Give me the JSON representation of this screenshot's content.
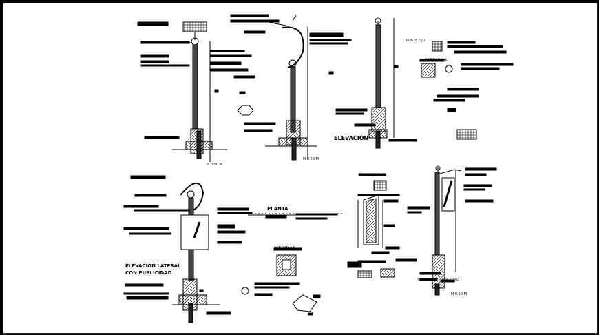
{
  "labels": {
    "elevacion": "ELEVACIÓN",
    "planta": "PLANTA",
    "medidas_1": "MEDIDAS",
    "medidas_2": "MEDIDAS",
    "elevacion_lateral_1": "ELEVACIÓN LATERAL",
    "elevacion_lateral_2": "CON PUBLICIDAD",
    "vista_1": "VISTA LATERAL",
    "scale_1": "M 0.50 M.",
    "scale_2": "M 0.50 M.",
    "scale_3": "M 0.50 M.",
    "tipo_1": "TIPO",
    "tipo_2": "PUBLICIDAD",
    "poste_fijo": "POSTE FIJO"
  }
}
